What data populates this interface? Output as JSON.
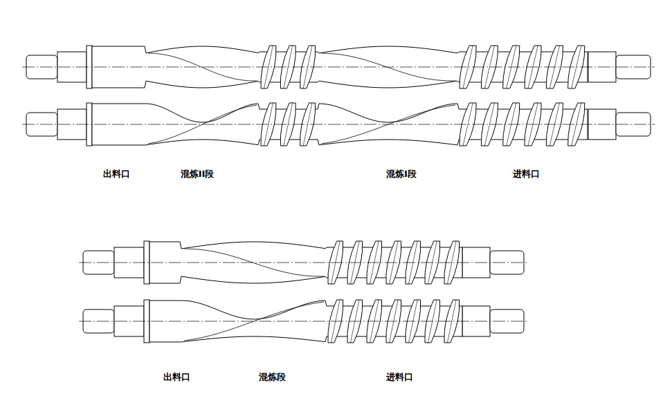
{
  "diagram": {
    "labels": [
      "出料口",
      "混炼II段",
      "混炼I段",
      "进料口",
      "出料口",
      "混炼段",
      "进料口"
    ]
  }
}
